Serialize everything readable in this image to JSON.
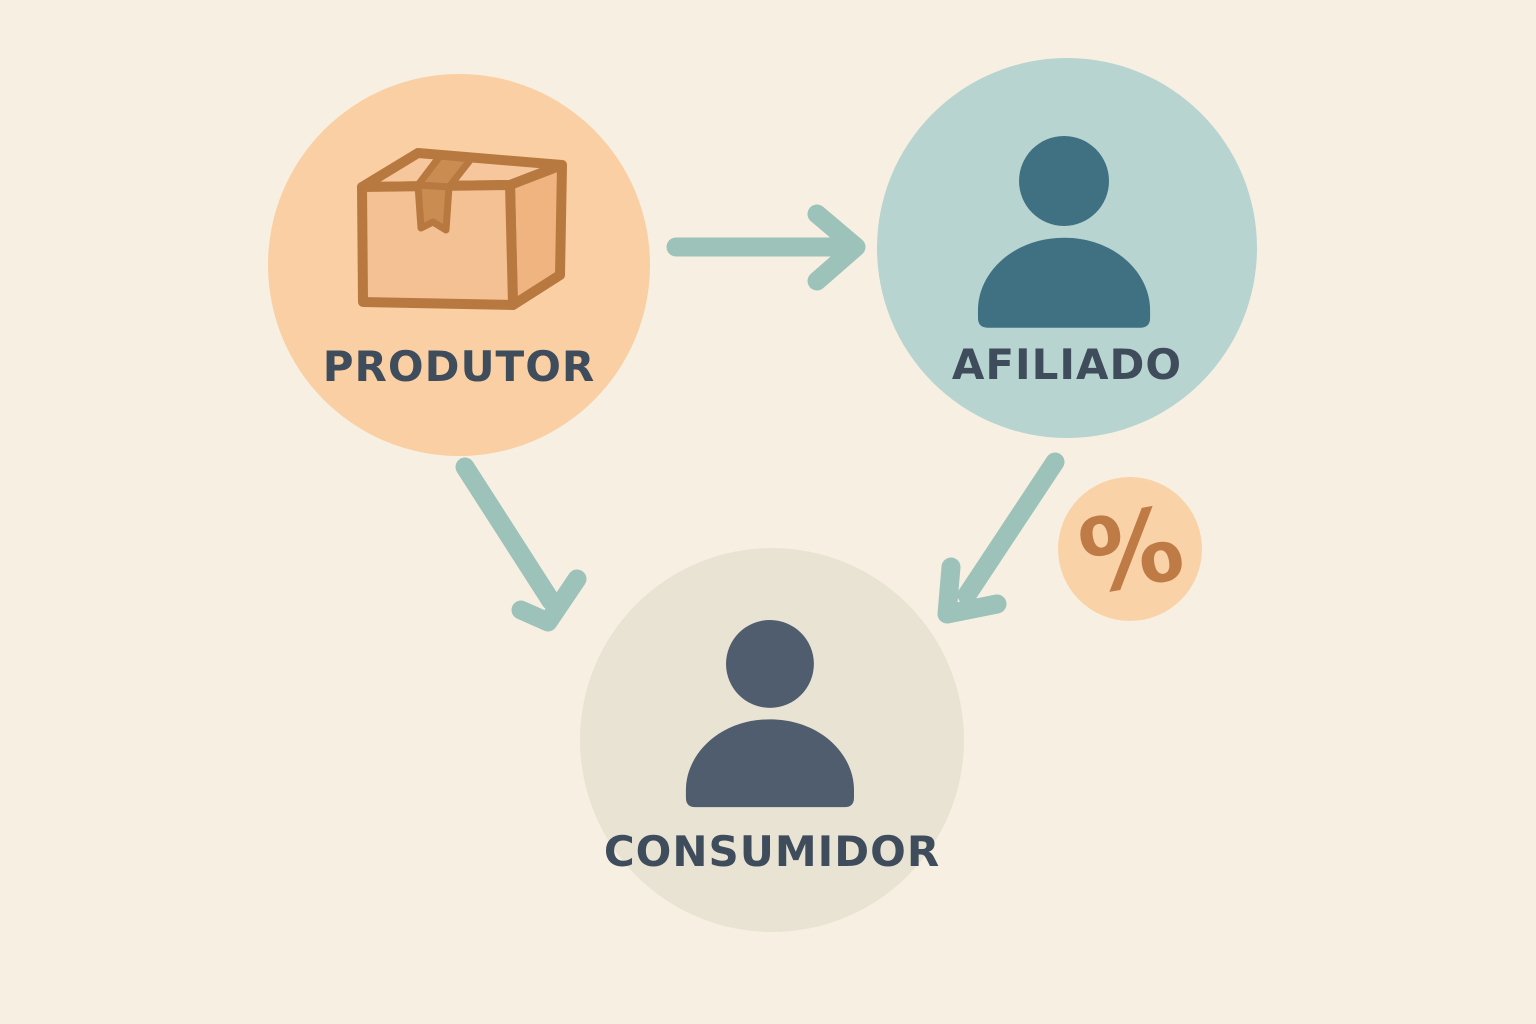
{
  "background": {
    "color": "#f7f0e2"
  },
  "labels": {
    "color": "#3f4c5c"
  },
  "arrows": {
    "color": "#9cc2ba",
    "items": [
      {
        "from": "PRODUTOR",
        "to": "AFILIADO"
      },
      {
        "from": "PRODUTOR",
        "to": "CONSUMIDOR"
      },
      {
        "from": "AFILIADO",
        "to": "CONSUMIDOR"
      }
    ]
  },
  "nodes": {
    "produtor": {
      "label": "PRODUTOR",
      "icon": "package-box-icon",
      "circle_color": "#f9cfa3",
      "box_colors": {
        "outline": "#b87940",
        "top": "#f6c79c",
        "front": "#f4c194",
        "side": "#efb480",
        "tape": "#ca8c50"
      }
    },
    "afiliado": {
      "label": "AFILIADO",
      "icon": "person-icon",
      "circle_color": "#b7d4d0",
      "person_color": "#3f7183"
    },
    "consumidor": {
      "label": "CONSUMIDOR",
      "icon": "person-icon",
      "circle_color": "#e8e3d3",
      "person_color": "#4f5d6e"
    }
  },
  "badge": {
    "symbol": "%",
    "circle_color": "#fad2a8",
    "symbol_color": "#bf7b45"
  }
}
